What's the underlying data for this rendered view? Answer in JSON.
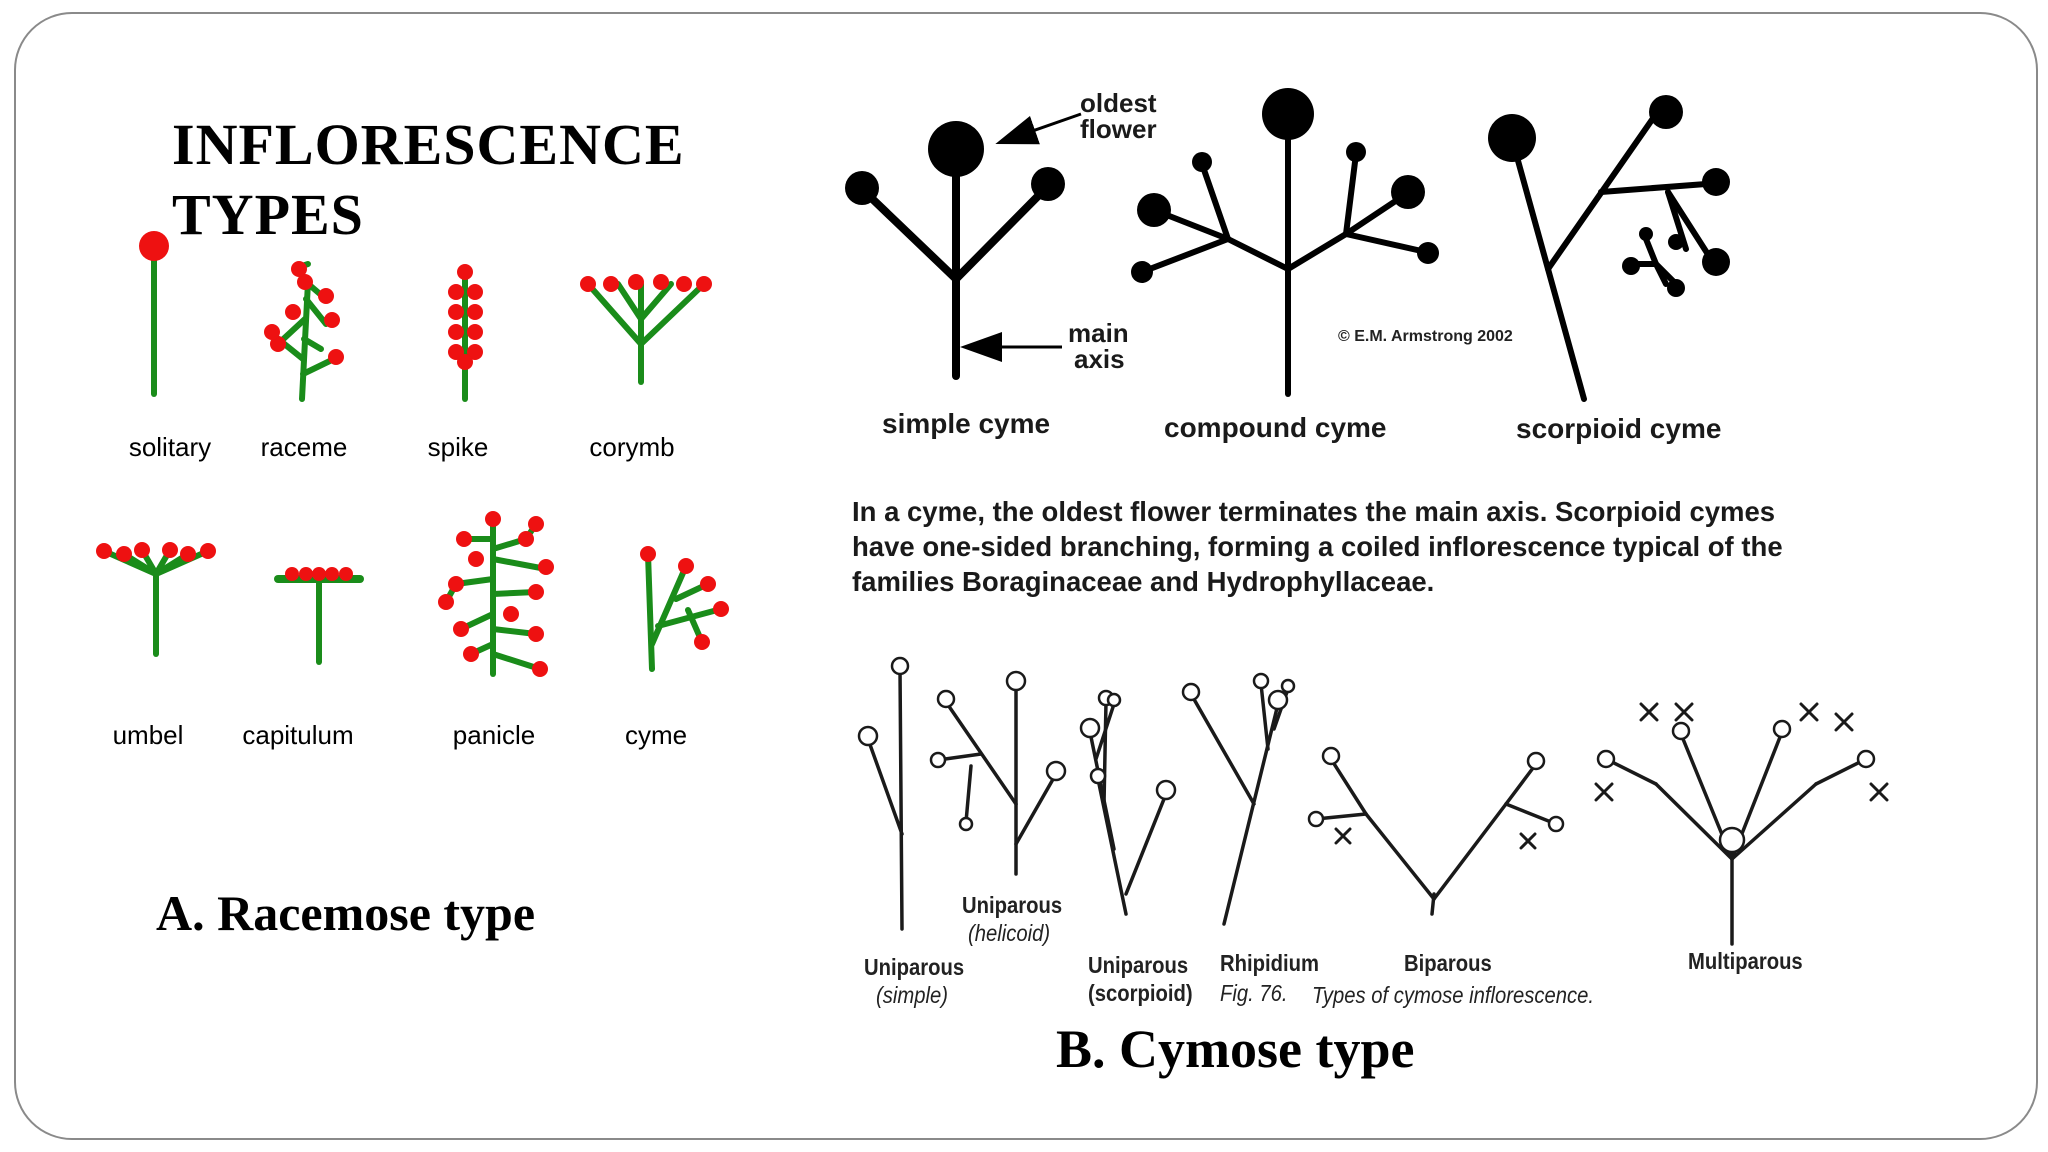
{
  "title": "INFLORESCENCE TYPES",
  "racemose": {
    "heading": "A. Racemose type",
    "types": [
      "solitary",
      "raceme",
      "spike",
      "corymb",
      "umbel",
      "capitulum",
      "panicle",
      "cyme"
    ]
  },
  "cymose": {
    "heading": "B. Cymose type",
    "annotations": {
      "oldest": "oldest",
      "flower": "flower",
      "main": "main",
      "axis": "axis"
    },
    "types": [
      "simple cyme",
      "compound cyme",
      "scorpioid cyme"
    ],
    "copyright": "© E.M. Armstrong 2002",
    "caption": "In a cyme, the oldest flower terminates the main axis.  Scorpioid cymes have one-sided branching, forming a coiled inflorescence typical of the families Boraginaceae and Hydrophyllaceae.",
    "sketch_labels": {
      "uniparous_simple": [
        "Uniparous",
        "(simple)"
      ],
      "uniparous_helicoid": [
        "Uniparous",
        "(helicoid)"
      ],
      "uniparous_scorpioid": [
        "Uniparous",
        "(scorpioid)"
      ],
      "rhipidium": "Rhipidium",
      "biparous": "Biparous",
      "multiparous": "Multiparous",
      "fig_number": "Fig. 76.",
      "fig_title": "Types of cymose inflorescence."
    }
  },
  "colors": {
    "stem": "#1a8c1a",
    "flower": "#ee1111",
    "ink": "#000000"
  }
}
